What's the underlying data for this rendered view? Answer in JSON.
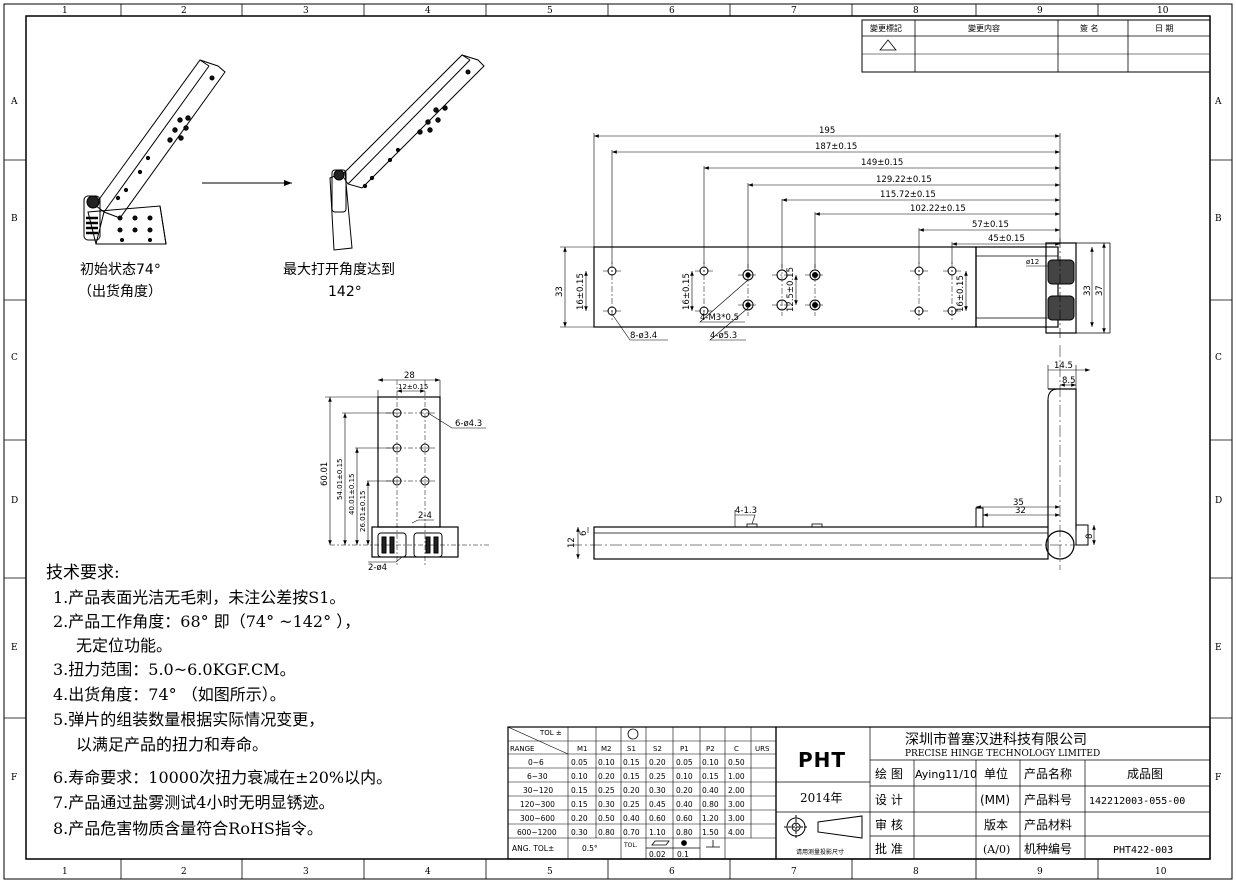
{
  "frame": {
    "columns": [
      "1",
      "2",
      "3",
      "4",
      "5",
      "6",
      "7",
      "8",
      "9",
      "10"
    ],
    "rows": [
      "A",
      "B",
      "C",
      "D",
      "E",
      "F"
    ]
  },
  "revision_table": {
    "headers": [
      "變更標記",
      "變更内容",
      "簽 名",
      "日 期"
    ]
  },
  "views": {
    "initial_state": {
      "line1": "初始状态74°",
      "line2": "（出货角度）"
    },
    "max_open": {
      "line1": "最大打开角度达到",
      "line2": "142°"
    }
  },
  "dims_top": {
    "d195": "195",
    "d187": "187±0.15",
    "d149": "149±0.15",
    "d129": "129.22±0.15",
    "d115": "115.72±0.15",
    "d102": "102.22±0.15",
    "d57": "57±0.15",
    "d45": "45±0.15",
    "d33": "33",
    "d37": "37",
    "d33b": "33",
    "d16a": "16±0.15",
    "d16b": "16±0.15",
    "d16c": "16±0.15",
    "d12_5": "12.5±0.15",
    "d12": "ø12",
    "m3": "4-M3*0.5",
    "h53": "4-ø5.3",
    "h34": "8-ø3.4"
  },
  "dims_side": {
    "d14_5": "14.5",
    "d8_5": "8.5",
    "d35": "35",
    "d32": "32",
    "d4_1_3": "4-1.3",
    "d12": "12",
    "d6": "6",
    "d8": "8"
  },
  "dims_leaf": {
    "d28": "28",
    "d12": "12±0.15",
    "d6_4_3": "6-ø4.3",
    "d60": "60.01",
    "d54": "54.01±0.15",
    "d40": "40.01±0.15",
    "d26": "26.01±0.15",
    "d2_4a": "2-4",
    "d2_4b": "2-ø4"
  },
  "tech": {
    "title": "技术要求:",
    "items": [
      "1.产品表面光洁无毛刺，未注公差按S1。",
      "2.产品工作角度：68° 即（74° ~142° ），",
      "无定位功能。",
      "3.扭力范围：5.0~6.0KGF.CM。",
      "4.出货角度：74° （如图所示）。",
      "5.弹片的组装数量根据实际情况变更，",
      "以满足产品的扭力和寿命。",
      "6.寿命要求：10000次扭力衰减在±20%以内。",
      "7.产品通过盐雾测试4小时无明显锈迹。",
      "8.产品危害物质含量符合RoHS指令。"
    ]
  },
  "tolerance": {
    "tol": "TOL ±",
    "range": "RANGE",
    "headers": [
      "M1",
      "M2",
      "S1",
      "S2",
      "P1",
      "P2",
      "C",
      "URS"
    ],
    "rows": [
      [
        "0~6",
        "0.05",
        "0.10",
        "0.15",
        "0.20",
        "0.05",
        "0.10",
        "0.50",
        ""
      ],
      [
        "6~30",
        "0.10",
        "0.20",
        "0.15",
        "0.25",
        "0.10",
        "0.15",
        "1.00",
        ""
      ],
      [
        "30~120",
        "0.15",
        "0.25",
        "0.20",
        "0.30",
        "0.20",
        "0.40",
        "2.00",
        ""
      ],
      [
        "120~300",
        "0.15",
        "0.30",
        "0.25",
        "0.45",
        "0.40",
        "0.80",
        "3.00",
        ""
      ],
      [
        "300~600",
        "0.20",
        "0.50",
        "0.40",
        "0.60",
        "0.60",
        "1.20",
        "3.00",
        ""
      ],
      [
        "600~1200",
        "0.30",
        "0.80",
        "0.70",
        "1.10",
        "0.80",
        "1.50",
        "4.00",
        ""
      ]
    ],
    "ang": "ANG.  TOL±",
    "ang_val": "0.5°",
    "tol_label": "TOL.",
    "flat": "0.02",
    "round": "0.1"
  },
  "title_block": {
    "logo": "PHT",
    "year": "2014年",
    "note": "请用测量投影尺寸",
    "company_cn": "深圳市普塞汉进科技有限公司",
    "company_en": "PRECISE HINGE TECHNOLOGY LIMITED",
    "draw_label": "绘 图",
    "draw_value": "Aying11/10",
    "design_label": "设 计",
    "review_label": "审 核",
    "approve_label": "批 准",
    "unit_label": "单位",
    "unit_value": "(MM)",
    "version_label": "版本",
    "version_value": "(A/0)",
    "name_label": "产品名称",
    "name_value": "成品图",
    "part_label": "产品料号",
    "part_value": "142212003-055-00",
    "material_label": "产品材料",
    "material_value": "",
    "model_label": "机种编号",
    "model_value": "PHT422-003"
  }
}
